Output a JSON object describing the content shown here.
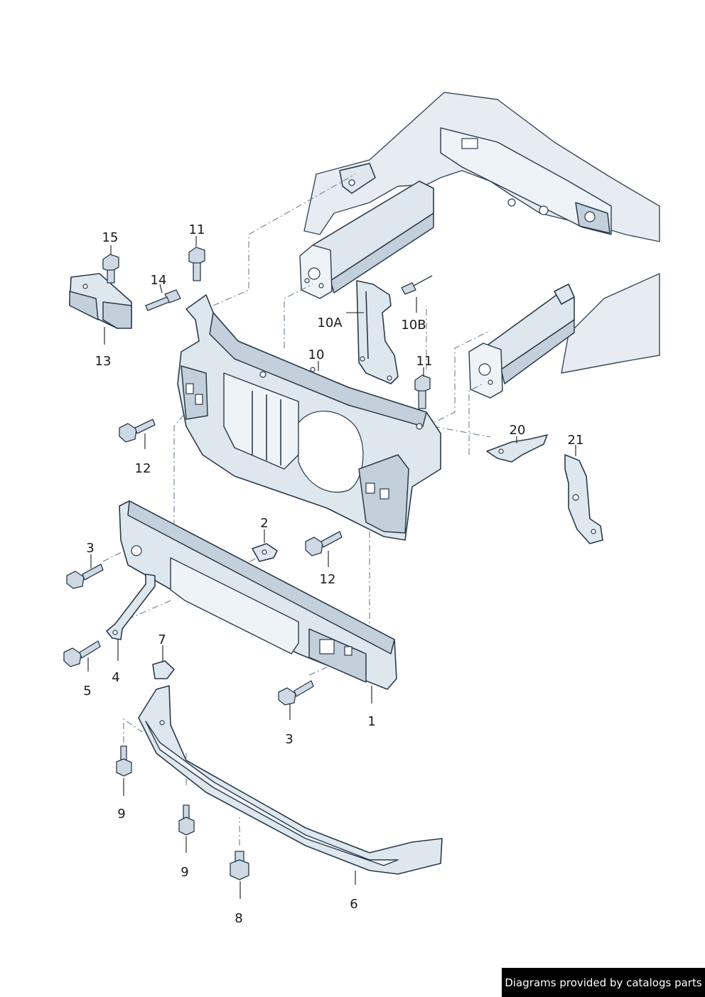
{
  "callouts": [
    {
      "id": "c1",
      "label": "1"
    },
    {
      "id": "c2",
      "label": "2"
    },
    {
      "id": "c3a",
      "label": "3"
    },
    {
      "id": "c3b",
      "label": "3"
    },
    {
      "id": "c4",
      "label": "4"
    },
    {
      "id": "c5",
      "label": "5"
    },
    {
      "id": "c6",
      "label": "6"
    },
    {
      "id": "c7",
      "label": "7"
    },
    {
      "id": "c8",
      "label": "8"
    },
    {
      "id": "c9a",
      "label": "9"
    },
    {
      "id": "c9b",
      "label": "9"
    },
    {
      "id": "c10",
      "label": "10"
    },
    {
      "id": "c10a",
      "label": "10A"
    },
    {
      "id": "c10b",
      "label": "10B"
    },
    {
      "id": "c11a",
      "label": "11"
    },
    {
      "id": "c11b",
      "label": "11"
    },
    {
      "id": "c12a",
      "label": "12"
    },
    {
      "id": "c12b",
      "label": "12"
    },
    {
      "id": "c13",
      "label": "13"
    },
    {
      "id": "c14",
      "label": "14"
    },
    {
      "id": "c15",
      "label": "15"
    },
    {
      "id": "c20",
      "label": "20"
    },
    {
      "id": "c21",
      "label": "21"
    }
  ],
  "watermark": "Diagrams provided by catalogs parts",
  "colors": {
    "part_fill": "#dfe7ee",
    "outline": "#2a3a4a",
    "dash_line": "#6b7f92",
    "watermark_bg": "#000000"
  }
}
